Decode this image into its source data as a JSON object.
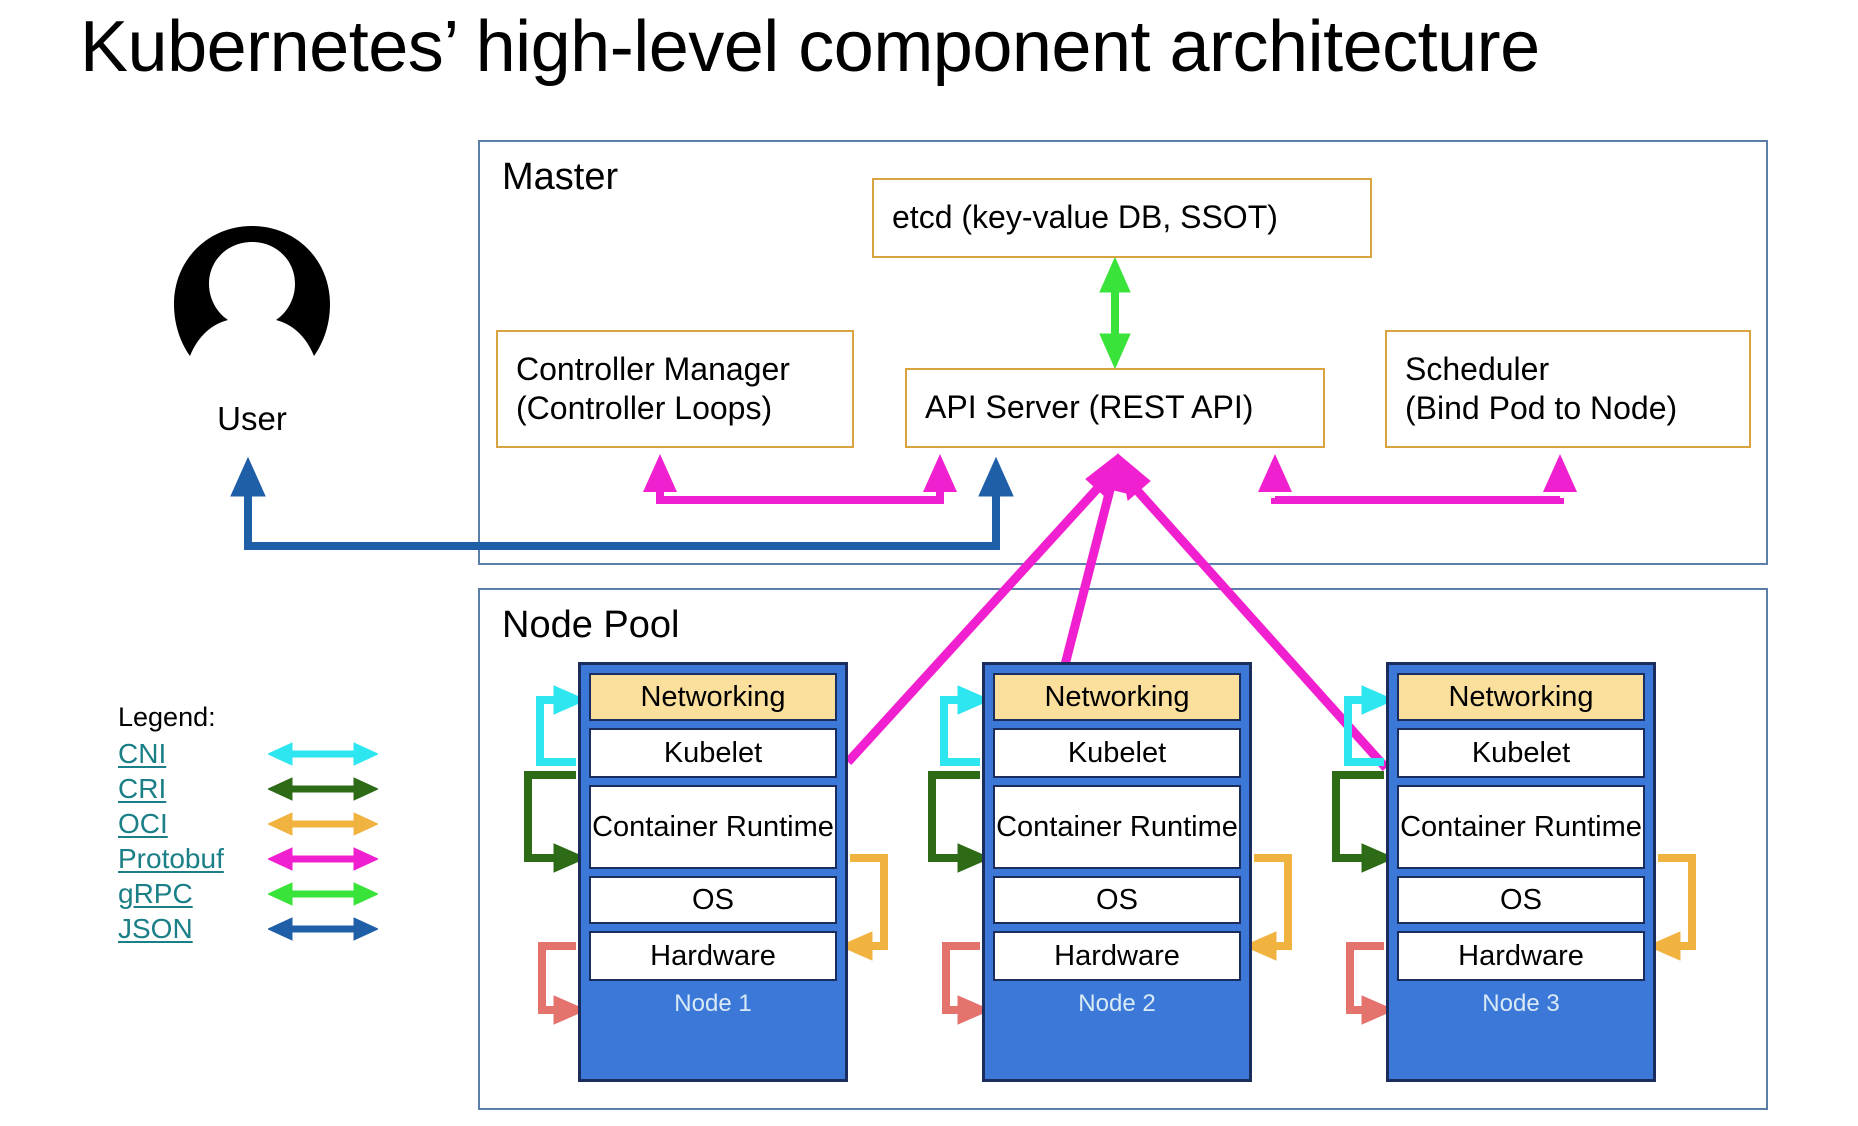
{
  "title": "Kubernetes’ high-level component architecture",
  "user": {
    "icon": "user-avatar-icon",
    "label": "User"
  },
  "legend": {
    "title": "Legend:",
    "items": [
      {
        "label": "CNI",
        "color": "#2ee6f0",
        "arrow": "double-headed-arrow-icon"
      },
      {
        "label": "CRI",
        "color": "#2d6b17",
        "arrow": "double-headed-arrow-icon"
      },
      {
        "label": "OCI",
        "color": "#f0b340",
        "arrow": "double-headed-arrow-icon"
      },
      {
        "label": "Protobuf",
        "color": "#f020d0",
        "arrow": "double-headed-arrow-icon"
      },
      {
        "label": "gRPC",
        "color": "#3ae33a",
        "arrow": "double-headed-arrow-icon"
      },
      {
        "label": "JSON",
        "color": "#1f5fa8",
        "arrow": "double-headed-arrow-icon"
      }
    ]
  },
  "master": {
    "title": "Master",
    "components": [
      {
        "id": "etcd",
        "label": "etcd (key-value DB, SSOT)"
      },
      {
        "id": "ctrlmgr",
        "label": "Controller Manager\n(Controller Loops)"
      },
      {
        "id": "apiserver",
        "label": "API Server (REST API)"
      },
      {
        "id": "scheduler",
        "label": "Scheduler\n(Bind Pod to Node)"
      }
    ]
  },
  "node_pool": {
    "title": "Node Pool",
    "layers": [
      "Networking",
      "Kubelet",
      "Container Runtime",
      "OS",
      "Hardware"
    ],
    "nodes": [
      {
        "name": "Node 1"
      },
      {
        "name": "Node 2"
      },
      {
        "name": "Node 3"
      }
    ]
  },
  "colors": {
    "frame_border": "#5b7fa6",
    "component_border": "#d9a440",
    "node_fill": "#3b78d8",
    "node_border": "#1a2d5c",
    "networking_fill": "#fbdf9c",
    "link_text": "#1a7f86",
    "cni": "#2ee6f0",
    "cri": "#2d6b17",
    "oci": "#f0b340",
    "protobuf": "#f020d0",
    "grpc": "#3ae33a",
    "json": "#1f5fa8",
    "os_hw": "#e4736e"
  }
}
